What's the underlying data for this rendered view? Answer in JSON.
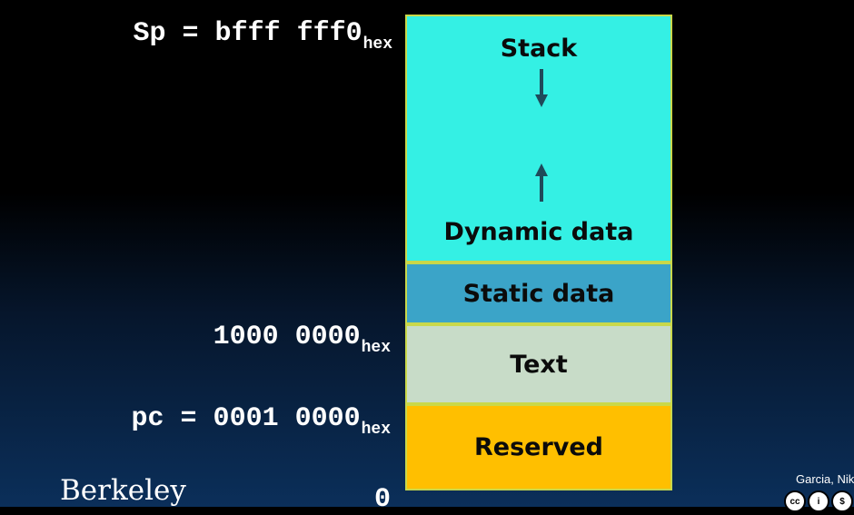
{
  "addresses": {
    "sp": {
      "main": "Sp = bfff fff0",
      "sub": "hex"
    },
    "mid": {
      "main": "1000 0000",
      "sub": "hex"
    },
    "pc": {
      "main": "pc = 0001 0000",
      "sub": "hex"
    },
    "zero": {
      "main": "0"
    }
  },
  "segments": {
    "stack": "Stack",
    "dynamic": "Dynamic data",
    "static": "Static data",
    "text": "Text",
    "reserved": "Reserved"
  },
  "colors": {
    "stack": "#34f0e4",
    "static": "#3ba4c8",
    "text": "#c8dcc8",
    "reserved": "#ffbf00",
    "border": "#c9d84a",
    "arrow": "#1f4a5a"
  },
  "footer": {
    "logo": "Berkeley",
    "credit": "Garcia, Nik"
  }
}
